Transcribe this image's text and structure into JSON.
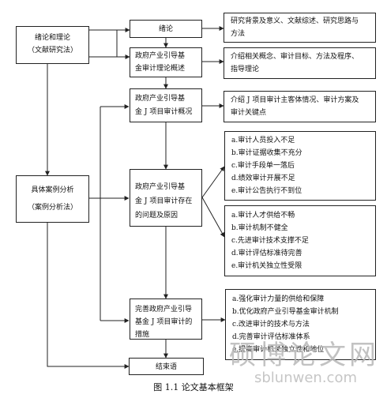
{
  "left": {
    "theory_line1": "绪论和理论",
    "theory_line2": "（文献研究法）",
    "case_line1": "具体案例分析",
    "case_line2": "（案例分析法）"
  },
  "center": {
    "intro": "绪论",
    "theory_overview_1": "政府产业引导基",
    "theory_overview_2": "金审计理论概述",
    "case_overview_1": "政府产业引导基",
    "case_overview_2": "金 J 项目审计概况",
    "problems_1": "政府产业引导基",
    "problems_2": "金 J 项目审计存在",
    "problems_3": "的问题及原因",
    "measures_1": "完善政府产业引导",
    "measures_2": "基金 J 项目审计的",
    "measures_3": "措施",
    "conclusion": "结束语"
  },
  "right": {
    "intro_desc_1": "研究背景及意义、文献综述、研究思路与",
    "intro_desc_2": "方法",
    "theory_desc_1": "介绍相关概念、审计目标、方法及程序、",
    "theory_desc_2": "指导理论",
    "case_desc_1": "介绍 J 项目审计主客体情况、审计方案及",
    "case_desc_2": "审计关键点",
    "problems_list": [
      "a.审计人员投入不足",
      "b.审计证据收集不充分",
      "c.审计手段单一落后",
      "d.绩效审计开展不足",
      "e.审计公告执行不到位"
    ],
    "causes_list": [
      "a.审计人才供给不畅",
      "b.审计机制不健全",
      "c.先进审计技术支撑不足",
      "d.审计评估标准待完善",
      "e.审计机关独立性受限"
    ],
    "measures_list": [
      "a.强化审计力量的供给和保障",
      "b.优化政府产业引导基金审计机制",
      "c.改进审计的技术与方法",
      "d.完善审计评估标准体系",
      "e.提高审计机关独立性和地位"
    ]
  },
  "caption": "图 1.1  论文基本框架",
  "watermark": {
    "cn": "硕博论文网",
    "url": "sblunwen.com"
  }
}
